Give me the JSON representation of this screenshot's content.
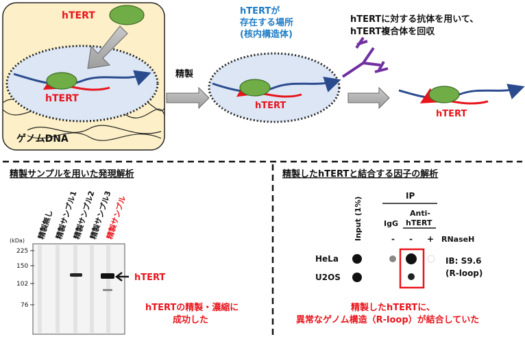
{
  "top": {
    "left_label_htert": "hTERT",
    "nucleus_label_htert": "hTERT",
    "genomic_dna_label": "ゲノムDNA",
    "purify_arrow_label": "精製",
    "location_label_line1": "hTERTが",
    "location_label_line2": "存在する場所",
    "location_label_line3": "(核内構造体)",
    "middle_nucleus_label_htert": "hTERT",
    "antibody_label_line1": "hTERTに対する抗体を用いて、",
    "antibody_label_line2": "hTERT複合体を回収",
    "right_label_htert": "hTERT"
  },
  "left_panel": {
    "title": "精製サンプルを用いた発現解析",
    "lanes": [
      "精製無し",
      "精製サンプル1",
      "精製サンプル2",
      "精製サンプル3",
      "精製サンプル"
    ],
    "kda_label": "(kDa)",
    "markers": [
      "225",
      "150",
      "102",
      "76"
    ],
    "band_label": "hTERT",
    "conclusion_line1": "hTERTの精製・濃縮に",
    "conclusion_line2": "成功した"
  },
  "right_panel": {
    "title": "精製したhTERTと結合する因子の解析",
    "ip_label": "IP",
    "input_label": "Input (1%)",
    "igg_label": "IgG",
    "anti_label_line1": "Anti-",
    "anti_label_line2": "hTERT",
    "minus1": "-",
    "minus2": "-",
    "plus": "+",
    "rnaseh_label": "RNaseH",
    "row1": "HeLa",
    "row2": "U2OS",
    "ib_line1": "IB: S9.6",
    "ib_line2": "(R-loop)",
    "conclusion_line1": "精製したhTERTに、",
    "conclusion_line2": "異常なゲノム構造（R-loop）が結合していた"
  },
  "colors": {
    "red": "#e8141c",
    "blue_text": "#1e7bc4",
    "dna_blue": "#2b4b8f",
    "protein_green": "#70ad47",
    "cell_fill": "#fdf0c8",
    "nucleus_fill": "#dce6f4",
    "antibody": "#7030a0"
  }
}
